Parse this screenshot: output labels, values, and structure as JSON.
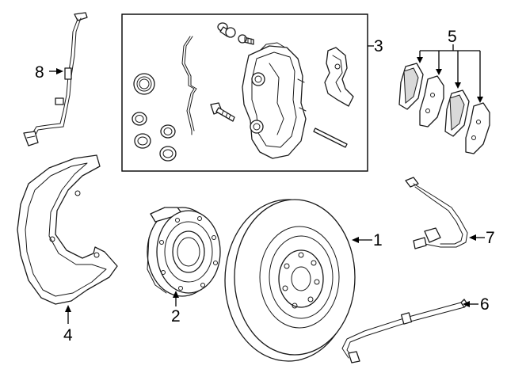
{
  "callouts": {
    "c1": "1",
    "c2": "2",
    "c3": "3",
    "c4": "4",
    "c5": "5",
    "c6": "6",
    "c7": "7",
    "c8": "8"
  },
  "parts": [
    {
      "number": "1",
      "name": "brake-rotor"
    },
    {
      "number": "2",
      "name": "wheel-hub"
    },
    {
      "number": "3",
      "name": "caliper-assembly"
    },
    {
      "number": "4",
      "name": "splash-shield"
    },
    {
      "number": "5",
      "name": "brake-pads"
    },
    {
      "number": "6",
      "name": "brake-hose"
    },
    {
      "number": "7",
      "name": "pad-wear-sensor"
    },
    {
      "number": "8",
      "name": "abs-wheel-speed-sensor"
    }
  ]
}
